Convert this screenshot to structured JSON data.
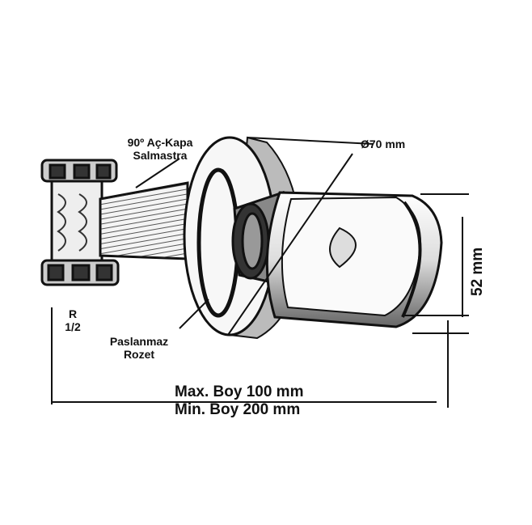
{
  "labels": {
    "valve_type_line1": "90º Aç-Kapa",
    "valve_type_line2": "Salmastra",
    "diameter": "Ø70 mm",
    "thread_line1": "R",
    "thread_line2": "1/2",
    "rosette_line1": "Paslanmaz",
    "rosette_line2": "Rozet",
    "height": "52 mm",
    "length_max": "Max. Boy 100 mm",
    "length_min": "Min.  Boy 200 mm"
  }
}
